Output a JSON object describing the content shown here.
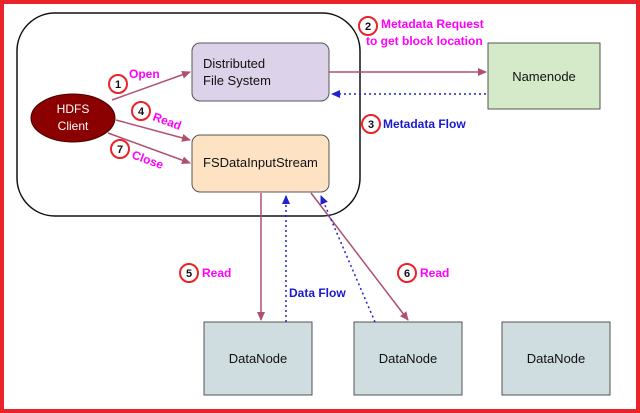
{
  "nodes": {
    "client_line1": "HDFS",
    "client_line2": "Client",
    "dfs_line1": "Distributed",
    "dfs_line2": "File System",
    "fsdis": "FSDataInputStream",
    "namenode": "Namenode",
    "datanodes": [
      "DataNode",
      "DataNode",
      "DataNode"
    ]
  },
  "steps": {
    "s1": {
      "num": "1",
      "label": "Open"
    },
    "s2": {
      "num": "2",
      "label_line1": "Metadata Request",
      "label_line2": "to get block location"
    },
    "s3": {
      "num": "3",
      "label": "Metadata Flow"
    },
    "s4": {
      "num": "4",
      "label": "Read"
    },
    "s5": {
      "num": "5",
      "label": "Read"
    },
    "s6": {
      "num": "6",
      "label": "Read"
    },
    "s7": {
      "num": "7",
      "label": "Close"
    }
  },
  "data_flow_label": "Data Flow",
  "colors": {
    "frame": "#e8232a",
    "client": "#8b0000",
    "dfs": "#dcd3ea",
    "fsdis": "#fde3c4",
    "namenode": "#d4eac8",
    "datanode": "#cfdce0",
    "arrow": "#b05070",
    "dotted": "#2222cc",
    "pink_text": "#ff00ff",
    "blue_text": "#1a1acc"
  }
}
